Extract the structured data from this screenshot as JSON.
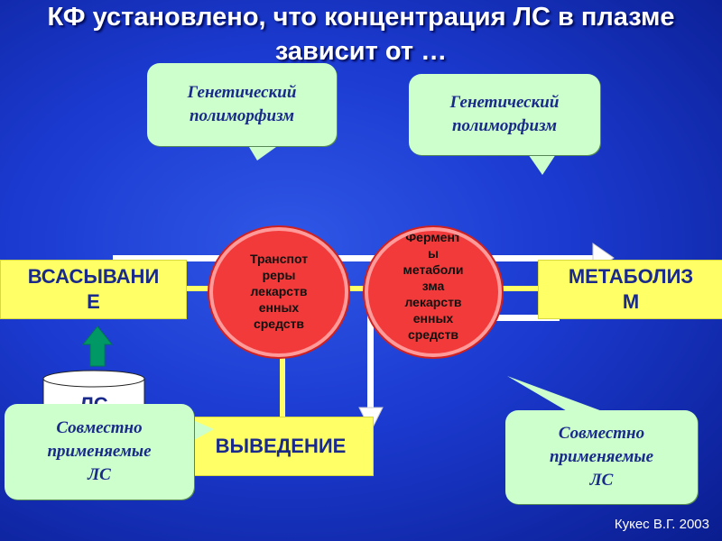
{
  "title": {
    "line1": "КФ установлено, что концентрация ЛС в плазме",
    "line2": "зависит от …"
  },
  "callouts": {
    "genetic_left": {
      "line1": "Генетический",
      "line2": "полиморфизм"
    },
    "genetic_right": {
      "line1": "Генетический",
      "line2": "полиморфизм"
    },
    "codrugs_left": {
      "line1": "Совместно",
      "line2": "применяемые",
      "line3": "ЛС"
    },
    "codrugs_right": {
      "line1": "Совместно",
      "line2": "применяемые",
      "line3": "ЛС"
    }
  },
  "boxes": {
    "absorption": {
      "line1": "ВСАСЫВАНИ",
      "line2": "Е"
    },
    "metabolism": {
      "line1": "МЕТАБОЛИЗ",
      "line2": "М"
    },
    "excretion": "ВЫВЕДЕНИЕ",
    "drug": "ЛС"
  },
  "circles": {
    "transporters": [
      "Транспот",
      "реры",
      "лекарств",
      "енных",
      "средств"
    ],
    "enzymes": [
      "Фермент",
      "ы",
      "метаболи",
      "зма",
      "лекарств",
      "енных",
      "средств"
    ]
  },
  "credit": "Кукес В.Г. 2003",
  "colors": {
    "background": "#1b3ad0",
    "box_yellow": "#ffff66",
    "callout_green": "#ccffcc",
    "circle_red": "#f23a3a",
    "arrow_green": "#009966",
    "text_navy": "#1a2a8a"
  }
}
